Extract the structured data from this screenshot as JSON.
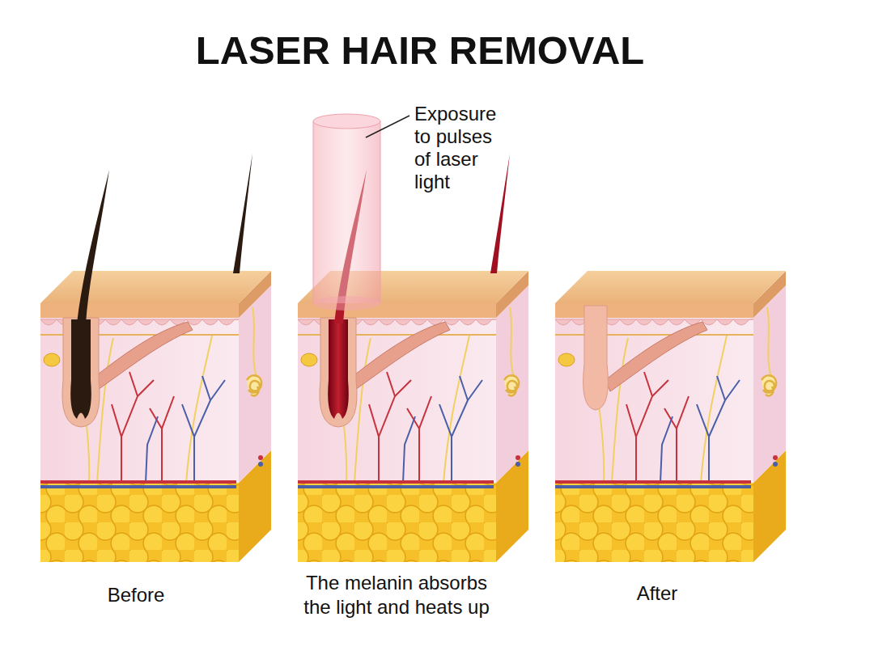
{
  "diagram": {
    "title": "LASER HAIR REMOVAL",
    "labels": [
      "Exposure to pulses of laser light",
      "Before",
      "The melanin absorbs the light and heats up",
      "After"
    ]
  }
}
